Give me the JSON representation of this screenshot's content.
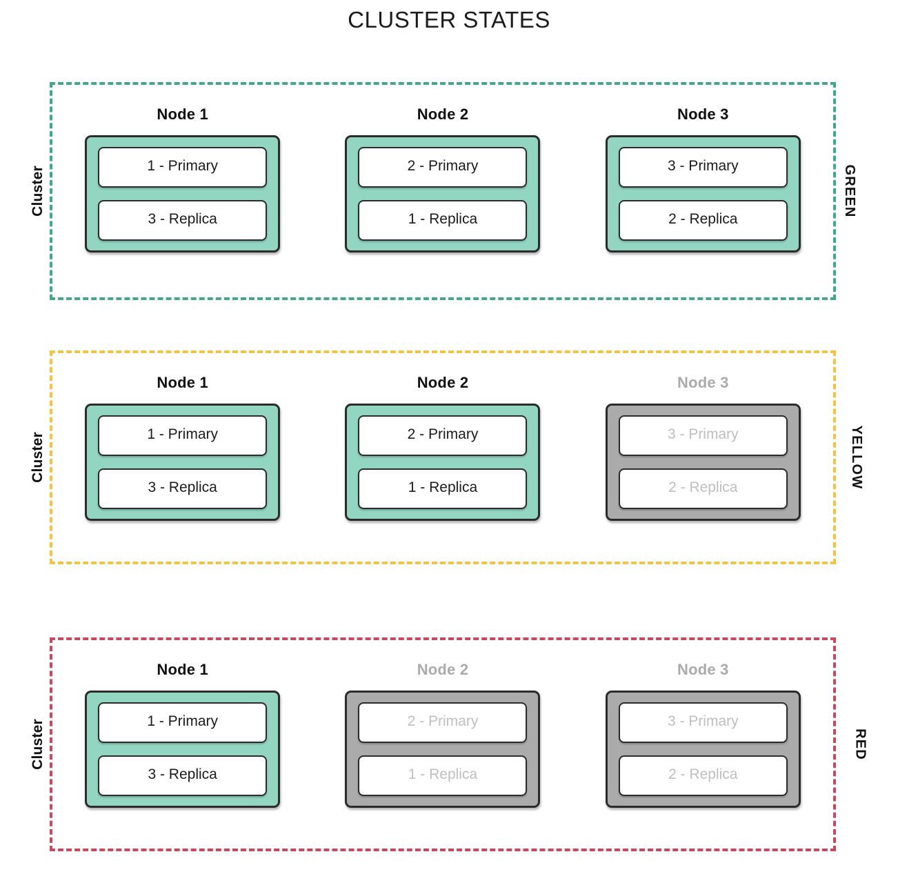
{
  "title": "CLUSTER STATES",
  "colors": {
    "green_border": "#3FA98A",
    "yellow_border": "#F5C344",
    "red_border": "#C9485B",
    "node_active_fill": "#92D5C0",
    "node_offline_fill": "#ABABAB",
    "shard_fill": "#FFFFFF",
    "offline_text": "#BFBFBF",
    "text": "#111111"
  },
  "rows": [
    {
      "state": "GREEN",
      "left_label": "Cluster",
      "right_label": "GREEN",
      "nodes": [
        {
          "title": "Node 1",
          "offline": false,
          "shards": [
            "1 - Primary",
            "3 - Replica"
          ]
        },
        {
          "title": "Node 2",
          "offline": false,
          "shards": [
            "2 - Primary",
            "1 - Replica"
          ]
        },
        {
          "title": "Node 3",
          "offline": false,
          "shards": [
            "3 - Primary",
            "2 - Replica"
          ]
        }
      ]
    },
    {
      "state": "YELLOW",
      "left_label": "Cluster",
      "right_label": "YELLOW",
      "nodes": [
        {
          "title": "Node 1",
          "offline": false,
          "shards": [
            "1 - Primary",
            "3 - Replica"
          ]
        },
        {
          "title": "Node 2",
          "offline": false,
          "shards": [
            "2 - Primary",
            "1 - Replica"
          ]
        },
        {
          "title": "Node 3",
          "offline": true,
          "shards": [
            "3 - Primary",
            "2 - Replica"
          ]
        }
      ]
    },
    {
      "state": "RED",
      "left_label": "Cluster",
      "right_label": "RED",
      "nodes": [
        {
          "title": "Node 1",
          "offline": false,
          "shards": [
            "1 - Primary",
            "3 - Replica"
          ]
        },
        {
          "title": "Node 2",
          "offline": true,
          "shards": [
            "2 - Primary",
            "1 - Replica"
          ]
        },
        {
          "title": "Node 3",
          "offline": true,
          "shards": [
            "3 - Primary",
            "2 - Replica"
          ]
        }
      ]
    }
  ]
}
